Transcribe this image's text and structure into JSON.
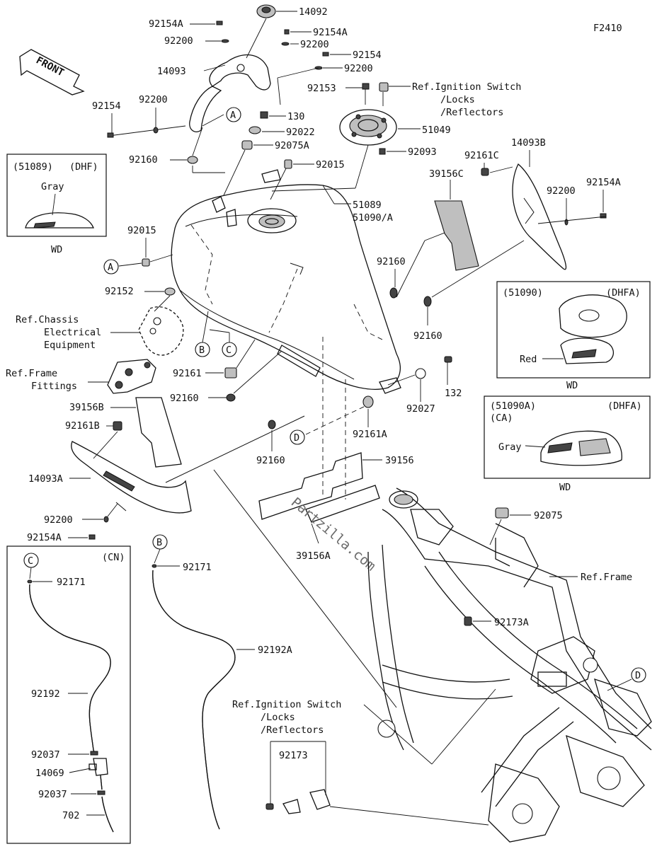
{
  "figure_code": "F2410",
  "front_label": "FRONT",
  "watermark": "Partzilla.com",
  "callouts": {
    "a": "A",
    "b": "B",
    "c": "C",
    "d": "D"
  },
  "parts": {
    "p14092": "14092",
    "p92154A_1": "92154A",
    "p92200_1": "92200",
    "p14093": "14093",
    "p92154A_2": "92154A",
    "p92200_2": "92200",
    "p92154_1": "92154",
    "p92200_3": "92200",
    "p92154_2": "92154",
    "p92200_4": "92200",
    "p92153": "92153",
    "p130": "130",
    "p92022": "92022",
    "p51049": "51049",
    "p92160_1": "92160",
    "p92075A": "92075A",
    "p92093": "92093",
    "p92015_1": "92015",
    "p14093B": "14093B",
    "p92161C": "92161C",
    "p39156C": "39156C",
    "p92200_5": "92200",
    "p92154A_3": "92154A",
    "p51089": "51089",
    "p51090A": "51090/A",
    "p92015_2": "92015",
    "p92160_2": "92160",
    "p92152": "92152",
    "p92160_3": "92160",
    "p92161": "92161",
    "p92160_4": "92160",
    "p132": "132",
    "p92027": "92027",
    "p39156B": "39156B",
    "p92161B": "92161B",
    "p92161A": "92161A",
    "p92160_5": "92160",
    "p39156": "39156",
    "p14093A": "14093A",
    "p92200_6": "92200",
    "p92154A_4": "92154A",
    "p39156A": "39156A",
    "p92075": "92075",
    "p92171_1": "92171",
    "p92171_2": "92171",
    "p92192A": "92192A",
    "p92173A": "92173A",
    "p92192": "92192",
    "p92037_1": "92037",
    "p14069": "14069",
    "p92037_2": "92037",
    "p702": "702",
    "p92173": "92173"
  },
  "references": {
    "ignition_top_1": "Ref.Ignition Switch",
    "ignition_top_2": "/Locks",
    "ignition_top_3": "/Reflectors",
    "chassis_1": "Ref.Chassis",
    "chassis_2": "Electrical",
    "chassis_3": "Equipment",
    "frame_fit_1": "Ref.Frame",
    "frame_fit_2": "Fittings",
    "frame": "Ref.Frame",
    "ignition_bot_1": "Ref.Ignition Switch",
    "ignition_bot_2": "/Locks",
    "ignition_bot_3": "/Reflectors"
  },
  "insets": {
    "dhf": {
      "code": "(51089)",
      "variant": "(DHF)",
      "color": "Gray",
      "region": "WD"
    },
    "dhfa": {
      "code": "(51090)",
      "variant": "(DHFA)",
      "color": "Red",
      "region": "WD"
    },
    "dhfa_ca": {
      "code": "(51090A)",
      "variant": "(DHFA)",
      "sub": "(CA)",
      "color": "Gray",
      "region": "WD"
    },
    "cn": {
      "variant": "(CN)"
    }
  }
}
